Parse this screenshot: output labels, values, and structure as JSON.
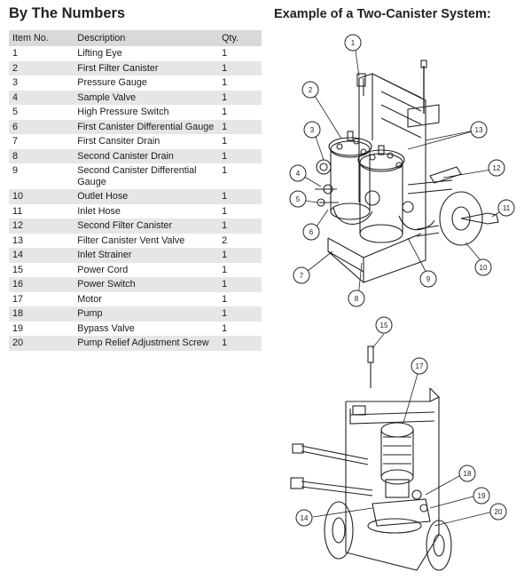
{
  "left_title": "By The Numbers",
  "right_title": "Example of a Two-Canister System:",
  "table": {
    "headers": {
      "item": "Item No.",
      "description": "Description",
      "qty": "Qty."
    },
    "rows": [
      {
        "item": "1",
        "description": "Lifting Eye",
        "qty": "1"
      },
      {
        "item": "2",
        "description": "First Filter Canister",
        "qty": "1"
      },
      {
        "item": "3",
        "description": "Pressure Gauge",
        "qty": "1"
      },
      {
        "item": "4",
        "description": "Sample Valve",
        "qty": "1"
      },
      {
        "item": "5",
        "description": "High Pressure Switch",
        "qty": "1"
      },
      {
        "item": "6",
        "description": "First Canister Differential Gauge",
        "qty": "1"
      },
      {
        "item": "7",
        "description": "First Cansiter Drain",
        "qty": "1"
      },
      {
        "item": "8",
        "description": "Second Canister Drain",
        "qty": "1"
      },
      {
        "item": "9",
        "description": "Second Canister Differential Gauge",
        "qty": "1"
      },
      {
        "item": "10",
        "description": "Outlet Hose",
        "qty": "1"
      },
      {
        "item": "11",
        "description": "Inlet Hose",
        "qty": "1"
      },
      {
        "item": "12",
        "description": "Second Filter Canister",
        "qty": "1"
      },
      {
        "item": "13",
        "description": "Filter Canister Vent Valve",
        "qty": "2"
      },
      {
        "item": "14",
        "description": "Inlet Strainer",
        "qty": "1"
      },
      {
        "item": "15",
        "description": "Power Cord",
        "qty": "1"
      },
      {
        "item": "16",
        "description": "Power Switch",
        "qty": "1"
      },
      {
        "item": "17",
        "description": "Motor",
        "qty": "1"
      },
      {
        "item": "18",
        "description": "Pump",
        "qty": "1"
      },
      {
        "item": "19",
        "description": "Bypass Valve",
        "qty": "1"
      },
      {
        "item": "20",
        "description": "Pump Relief Adjustment Screw",
        "qty": "1"
      }
    ]
  },
  "diagram_top": {
    "callouts": [
      "1",
      "2",
      "3",
      "4",
      "5",
      "6",
      "7",
      "8",
      "9",
      "10",
      "11",
      "12",
      "13"
    ]
  },
  "diagram_bottom": {
    "callouts": [
      "15",
      "17",
      "18",
      "19",
      "20",
      "14"
    ]
  }
}
